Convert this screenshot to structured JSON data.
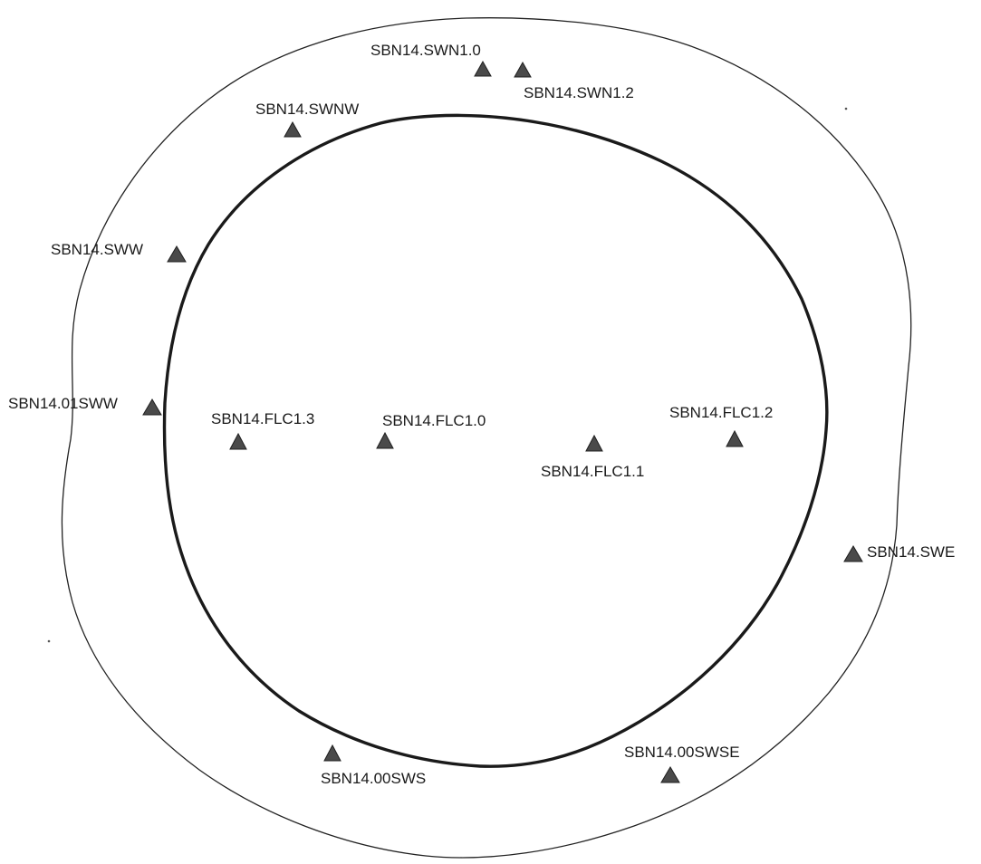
{
  "stations": [
    {
      "id": "swn1-0",
      "label": "SBN14.SWN1.0"
    },
    {
      "id": "swn1-2",
      "label": "SBN14.SWN1.2"
    },
    {
      "id": "swnw",
      "label": "SBN14.SWNW"
    },
    {
      "id": "sww",
      "label": "SBN14.SWW"
    },
    {
      "id": "01sww",
      "label": "SBN14.01SWW"
    },
    {
      "id": "flc1-3",
      "label": "SBN14.FLC1.3"
    },
    {
      "id": "flc1-0",
      "label": "SBN14.FLC1.0"
    },
    {
      "id": "flc1-1",
      "label": "SBN14.FLC1.1"
    },
    {
      "id": "flc1-2",
      "label": "SBN14.FLC1.2"
    },
    {
      "id": "swe",
      "label": "SBN14.SWE"
    },
    {
      "id": "00sws",
      "label": "SBN14.00SWS"
    },
    {
      "id": "00swse",
      "label": "SBN14.00SWSE"
    }
  ],
  "colors": {
    "marker_fill": "#4a4a4a",
    "line": "#1a1a1a",
    "background": "#ffffff"
  }
}
